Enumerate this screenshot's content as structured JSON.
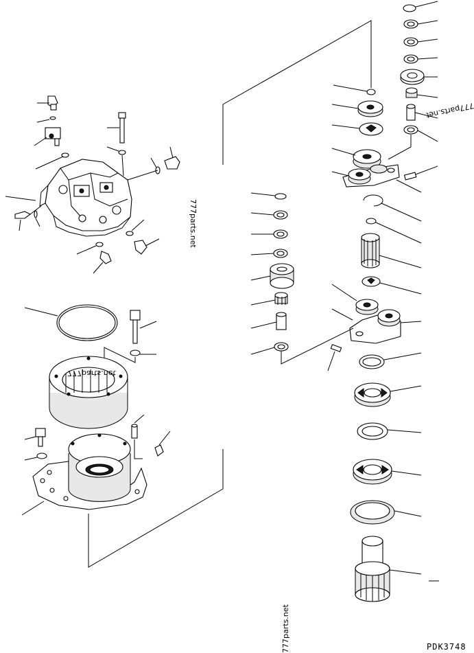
{
  "diagram": {
    "drawing_code": "PDK3748",
    "watermarks": {
      "center": "777parts.net",
      "left": "777parts.net",
      "right_edge": "777parts.net",
      "bottom": "777parts.net"
    }
  }
}
